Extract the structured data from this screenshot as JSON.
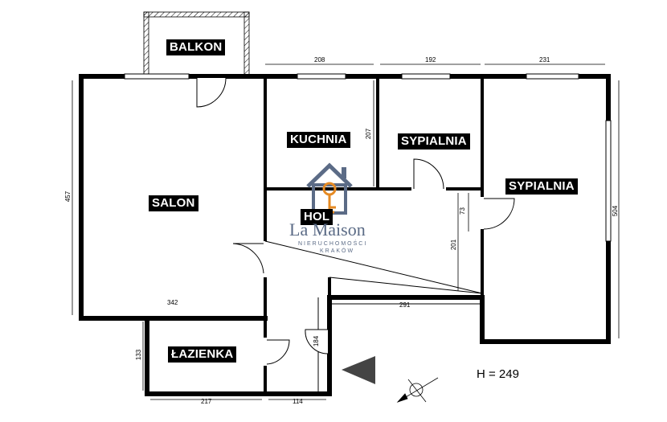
{
  "rooms": {
    "balkon": "BALKON",
    "kuchnia": "KUCHNIA",
    "sypialnia_1": "SYPIALNIA",
    "sypialnia_2": "SYPIALNIA",
    "salon": "SALON",
    "hol": "HOL",
    "lazienka": "ŁAZIENKA"
  },
  "dimensions": {
    "kuchnia_width": "208",
    "sypialnia_1_width": "192",
    "sypialnia_2_width": "231",
    "kuchnia_height": "207",
    "salon_height": "457",
    "salon_width": "342",
    "hol_segment": "73",
    "hol_height": "201",
    "sypialnia_2_height": "504",
    "hol_width": "291",
    "lazienka_height": "133",
    "lazienka_width": "217",
    "wc_width": "114",
    "passage_height": "184"
  },
  "ceiling_height": "H = 249",
  "logo": {
    "name": "La Maison",
    "subtitle_1": "NIERUCHOMOŚCI",
    "subtitle_2": "KRAKÓW",
    "icon": "house-key-icon",
    "colors": {
      "house": "#5b6b86",
      "key": "#e58a23"
    }
  },
  "north_arrow": "north-arrow-icon"
}
